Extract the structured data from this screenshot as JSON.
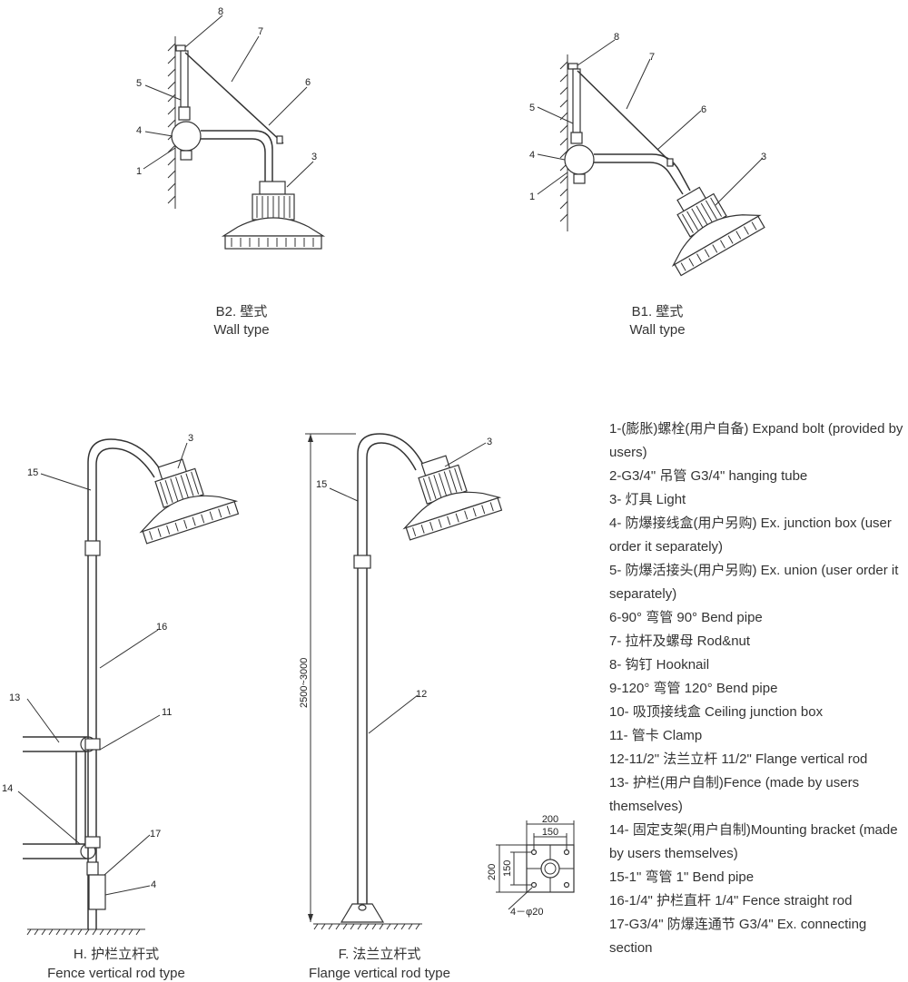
{
  "figures": {
    "b2": {
      "caption_cn": "B2. 壁式",
      "caption_en": "Wall type",
      "labels": [
        "8",
        "7",
        "5",
        "6",
        "4",
        "3",
        "1"
      ]
    },
    "b1": {
      "caption_cn": "B1. 壁式",
      "caption_en": "Wall type",
      "labels": [
        "8",
        "7",
        "5",
        "6",
        "4",
        "3",
        "1"
      ]
    },
    "h": {
      "caption_cn": "H. 护栏立杆式",
      "caption_en": "Fence vertical rod type",
      "labels": [
        "3",
        "15",
        "16",
        "13",
        "11",
        "14",
        "17",
        "4"
      ]
    },
    "f": {
      "caption_cn": "F. 法兰立杆式",
      "caption_en": "Flange vertical rod type",
      "labels": [
        "3",
        "15",
        "12"
      ],
      "height_dim": "2500~3000"
    },
    "flange": {
      "outer": "200",
      "inner": "150",
      "holes": "4－φ20"
    }
  },
  "legend": [
    "1-(膨胀)螺栓(用户自备)  Expand bolt (provided by users)",
    "2-G3/4\" 吊管  G3/4\" hanging tube",
    "3- 灯具  Light",
    "4- 防爆接线盒(用户另购) Ex. junction box (user order it separately)",
    "5- 防爆活接头(用户另购) Ex. union (user order it separately)",
    "6-90° 弯管  90° Bend pipe",
    "7- 拉杆及螺母  Rod&nut",
    "8- 钩钉  Hooknail",
    "9-120° 弯管  120° Bend pipe",
    "10- 吸顶接线盒  Ceiling junction box",
    "11- 管卡  Clamp",
    "12-11/2\" 法兰立杆  11/2\" Flange vertical rod",
    "13- 护栏(用户自制)Fence (made by users themselves)",
    "14- 固定支架(用户自制)Mounting bracket (made by users themselves)",
    "15-1\" 弯管  1\" Bend pipe",
    "16-1/4\" 护栏直杆  1/4\" Fence straight rod",
    "17-G3/4\" 防爆连通节  G3/4\" Ex. connecting section"
  ]
}
